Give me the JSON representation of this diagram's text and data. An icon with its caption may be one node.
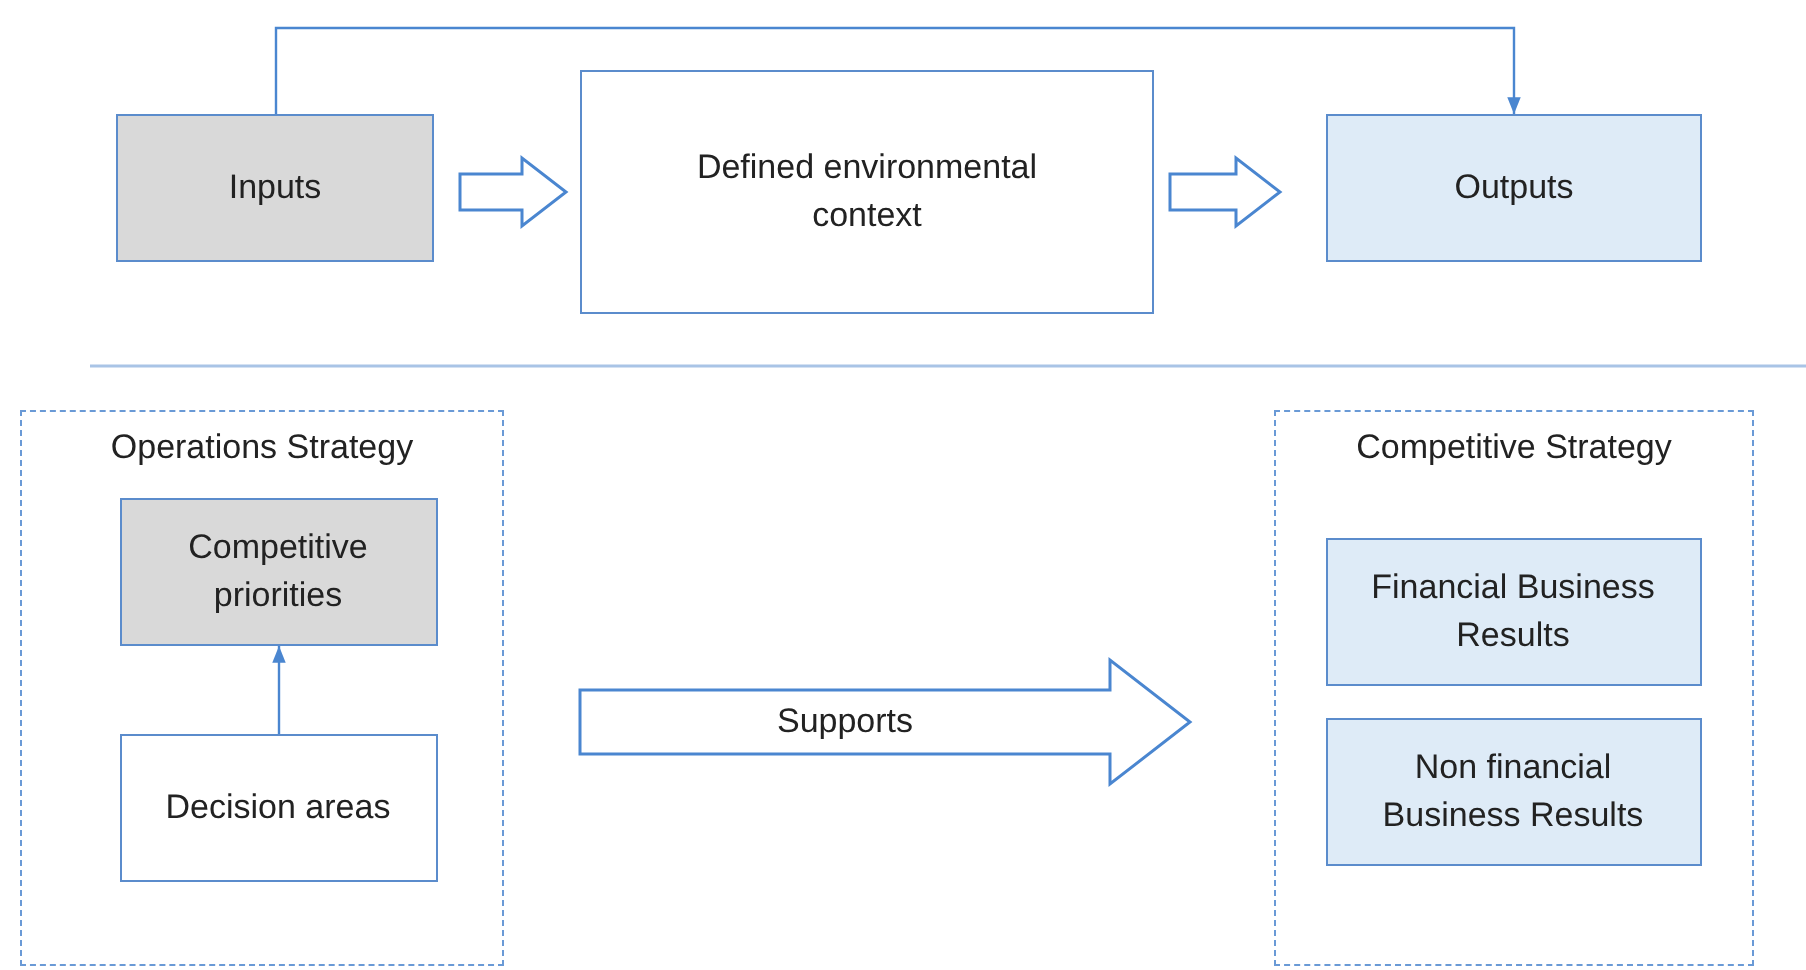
{
  "diagram": {
    "nodes": [
      {
        "text": [
          "Inputs"
        ]
      },
      {
        "text": [
          "Defined environmental context"
        ]
      },
      {
        "text": [
          "Outputs"
        ]
      },
      {
        "text": [
          "Operations Strategy"
        ]
      },
      {
        "text": [
          "Competitive priorities"
        ],
        "in": 3
      },
      {
        "text": [
          "Decision areas"
        ],
        "in": 3
      },
      {
        "text": [
          "Competitive Strategy"
        ]
      },
      {
        "text": [
          "Financial Business Results"
        ],
        "in": 6
      },
      {
        "text": [
          "Non financial Business Results"
        ],
        "in": 6
      }
    ],
    "edges": [
      {
        "from": 0,
        "to": 1,
        "arrow": "to",
        "style": "thick"
      },
      {
        "from": 1,
        "to": 2,
        "arrow": "to",
        "style": "thick"
      },
      {
        "from": 0,
        "to": 2,
        "arrow": "to"
      },
      {
        "from": 5,
        "to": 4,
        "arrow": "to"
      },
      {
        "from": 3,
        "to": 6,
        "arrow": "to",
        "style": "thick",
        "label": "Supports"
      }
    ]
  }
}
